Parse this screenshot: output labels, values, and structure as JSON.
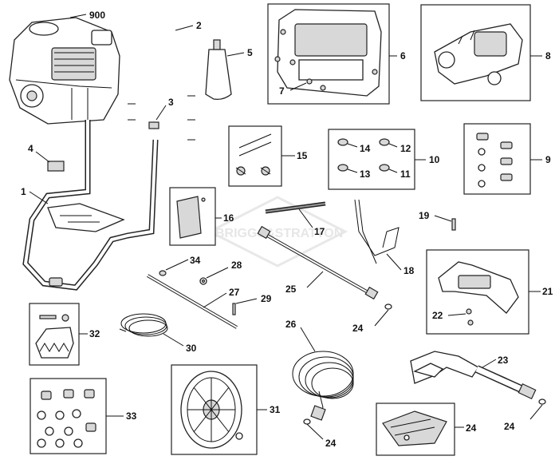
{
  "watermark": "BRIGGS&STRATTON",
  "labels": {
    "p900": "900",
    "p2": "2",
    "p3": "3",
    "p4": "4",
    "p5": "5",
    "p6": "6",
    "p7": "7",
    "p8": "8",
    "p9": "9",
    "p10": "10",
    "p11": "11",
    "p12": "12",
    "p13": "13",
    "p14": "14",
    "p15": "15",
    "p16": "16",
    "p17": "17",
    "p18": "18",
    "p19": "19",
    "p1": "1",
    "p21": "21",
    "p22": "22",
    "p23": "23",
    "p24a": "24",
    "p24b": "24",
    "p24c": "24",
    "p24d": "24",
    "p25": "25",
    "p26": "26",
    "p27": "27",
    "p28": "28",
    "p29": "29",
    "p30": "30",
    "p31": "31",
    "p32": "32",
    "p33": "33",
    "p34": "34"
  }
}
